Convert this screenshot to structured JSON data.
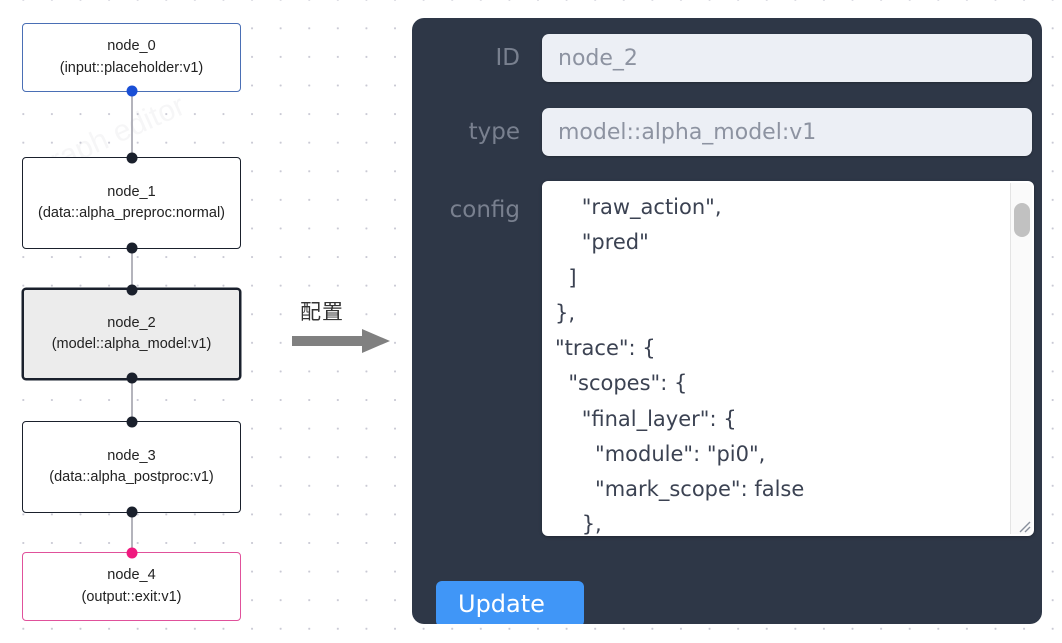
{
  "graph": {
    "nodes": [
      {
        "id": "node_0",
        "title": "node_0",
        "subtitle": "(input::placeholder:v1)",
        "state": "input"
      },
      {
        "id": "node_1",
        "title": "node_1",
        "subtitle": "(data::alpha_preproc:normal)",
        "state": "default"
      },
      {
        "id": "node_2",
        "title": "node_2",
        "subtitle": "(model::alpha_model:v1)",
        "state": "selected"
      },
      {
        "id": "node_3",
        "title": "node_3",
        "subtitle": "(data::alpha_postproc:v1)",
        "state": "default"
      },
      {
        "id": "node_4",
        "title": "node_4",
        "subtitle": "(output::exit:v1)",
        "state": "output"
      }
    ],
    "edges": [
      {
        "from": "node_0",
        "to": "node_1"
      },
      {
        "from": "node_1",
        "to": "node_2"
      },
      {
        "from": "node_2",
        "to": "node_3"
      },
      {
        "from": "node_3",
        "to": "node_4"
      }
    ],
    "colors": {
      "input_border": "#4a6fb5",
      "default_border": "#1a202c",
      "output_border": "#e0519b",
      "selected_fill": "#ececec",
      "edge": "#b4b4bc",
      "port_default": "#1a202c",
      "port_input": "#1a4fd6",
      "port_output": "#f0197f"
    }
  },
  "annotation": {
    "label": "配置",
    "arrow_color": "#808080",
    "arrow_icon": "right-arrow-icon"
  },
  "panel": {
    "background": "#2e3747",
    "fields": [
      {
        "key": "id",
        "label": "ID",
        "value": "node_2"
      },
      {
        "key": "type",
        "label": "type",
        "value": "model::alpha_model:v1"
      },
      {
        "key": "config",
        "label": "config",
        "value": "    \"raw_action\",\n    \"pred\"\n  ]\n},\n\"trace\": {\n  \"scopes\": {\n    \"final_layer\": {\n      \"module\": \"pi0\",\n      \"mark_scope\": false\n    },\n    \"action_model\": {"
      }
    ],
    "scrollbar": {
      "thumb_color": "#c1c1c1",
      "position": "top"
    },
    "update_button": {
      "label": "Update",
      "color": "#4096f7"
    }
  }
}
